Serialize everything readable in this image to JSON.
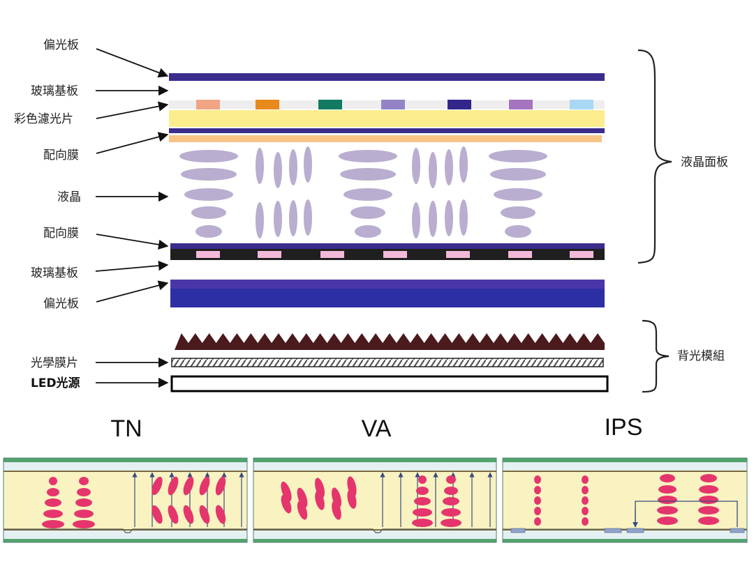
{
  "layers": {
    "polarizer_top": "偏光板",
    "glass_top": "玻璃基板",
    "color_filter": "彩色濾光片",
    "alignment_top": "配向膜",
    "liquid_crystal": "液晶",
    "alignment_bottom": "配向膜",
    "glass_bottom": "玻璃基板",
    "polarizer_bottom": "偏光板",
    "optical_film": "光學膜片",
    "led_source": "LED光源"
  },
  "groups": {
    "lcd_panel": "液晶面板",
    "backlight_module": "背光模組"
  },
  "modes": [
    {
      "name": "TN"
    },
    {
      "name": "VA"
    },
    {
      "name": "IPS"
    }
  ],
  "colors": {
    "polarizer": "#3a2d8c",
    "filter_yellow": "#fbed8e",
    "filter_orange": "#f7c486",
    "liquid_crystal": "#b9aed0",
    "cell_fill": "#f8f3c1",
    "molecule": "#e5356d",
    "glass_green": "#53a46c",
    "prism": "#4a1a1c"
  },
  "color_filter_swatches": [
    "#f2a585",
    "#e8891e",
    "#127a63",
    "#9384c7",
    "#33268a",
    "#a673bf",
    "#a8d8f3"
  ]
}
